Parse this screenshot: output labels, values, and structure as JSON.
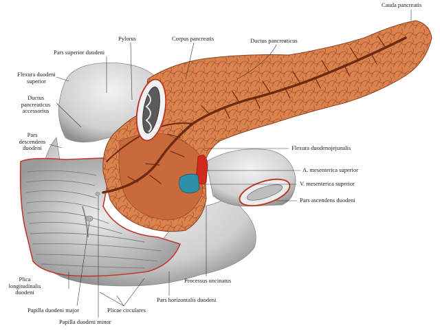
{
  "labels": {
    "cauda_pancreatis": "Cauda pancreatis",
    "pylorus": "Pylorus",
    "corpus_pancreatis": "Corpus pancreatis",
    "ductus_pancreaticus": "Ductus pancreaticus",
    "pars_superior_duodeni": "Pars superior duodeni",
    "flexura_duodeni_superior_1": "Flexura duodeni",
    "flexura_duodeni_superior_2": "superior",
    "ductus_accessorius_1": "Ductus",
    "ductus_accessorius_2": "pancreaticus",
    "ductus_accessorius_3": "accessorius",
    "pars_descendens_1": "Pars",
    "pars_descendens_2": "descendens",
    "pars_descendens_3": "duodeni",
    "flexura_duodenojejunalis": "Flexura duodenojejunalis",
    "a_mesenterica_superior": "A. mesenterica superior",
    "v_mesenterica_superior": "V. mesenterica superior",
    "pars_ascendens_duodeni": "Pars ascendens duodeni",
    "processus_uncinatus": "Processus uncinatus",
    "pars_horizontalis_duodeni": "Pars horizontalis duodeni",
    "plica_longitudinalis_1": "Plica",
    "plica_longitudinalis_2": "longitudinalis",
    "plica_longitudinalis_3": "duodeni",
    "papilla_duodeni_major": "Papilla duodeni major",
    "plicae_circulares": "Plicae circulares",
    "papilla_duodeni_minor": "Papilla duodeni minor"
  },
  "colors": {
    "pancreas": "#d9824e",
    "pancreas_dark": "#a9532b",
    "pancreas_light": "#eaa877",
    "duodenum_wall": "#d8d8d8",
    "duodenum_shadow": "#9c9c9c",
    "mucosa": "#c4c4c4",
    "duct": "#6e2a12",
    "artery": "#d22a1d",
    "vein": "#2e8fa8",
    "cut_edge": "#c0392b",
    "label_line": "#333333"
  }
}
